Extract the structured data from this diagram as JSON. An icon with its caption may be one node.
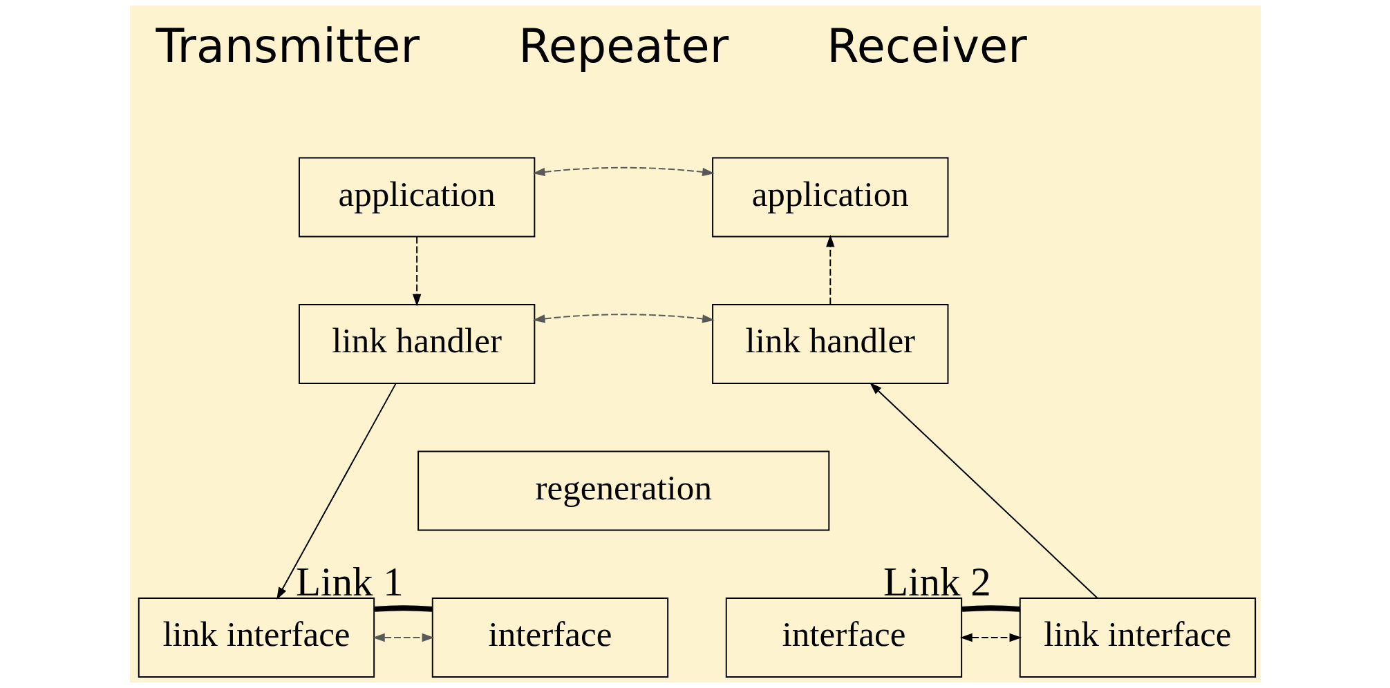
{
  "diagram": {
    "nodes": [
      {
        "text": [
          "application"
        ]
      },
      {
        "text": [
          "application"
        ]
      },
      {
        "text": [
          "link handler"
        ]
      },
      {
        "text": [
          "link handler"
        ]
      },
      {
        "text": [
          "regeneration"
        ]
      },
      {
        "text": [
          "link interface"
        ]
      },
      {
        "text": [
          "interface"
        ]
      },
      {
        "text": [
          "interface"
        ]
      },
      {
        "text": [
          "link interface"
        ]
      }
    ],
    "edges": [
      {
        "from": 0,
        "to": 1,
        "arrow": "both",
        "style": "dashed",
        "color": "#595959"
      },
      {
        "from": 0,
        "to": 2,
        "arrow": "to",
        "style": "dashed"
      },
      {
        "from": 2,
        "to": 5,
        "arrow": "to"
      },
      {
        "from": 2,
        "to": 3,
        "arrow": "both",
        "style": "dashed",
        "color": "#595959"
      },
      {
        "from": 5,
        "to": 6,
        "arrow": "both",
        "style": "dashed",
        "color": "#595959"
      },
      {
        "from": 7,
        "to": 8,
        "arrow": "both",
        "style": "dashed"
      },
      {
        "from": 8,
        "to": 3,
        "arrow": "to"
      },
      {
        "from": 3,
        "to": 1,
        "arrow": "to",
        "style": "dashed"
      },
      {
        "from": 5,
        "to": 6,
        "arrow": "none",
        "style": "thick",
        "label": "Link 1"
      },
      {
        "from": 7,
        "to": 8,
        "arrow": "none",
        "style": "thick",
        "label": "Link 2"
      }
    ],
    "labels": [
      "Transmitter",
      "Repeater",
      "Receiver"
    ]
  }
}
